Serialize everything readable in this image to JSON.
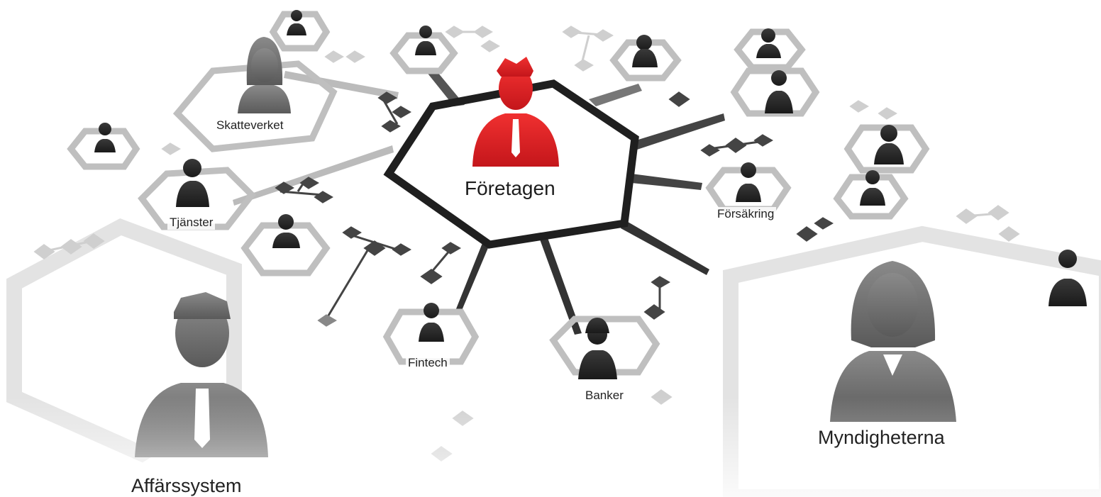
{
  "colors": {
    "hub_accent": "#e41e22",
    "node_dark": "#2b2b2b",
    "node_mid": "#555555",
    "node_light": "#9a9a9a",
    "hex_grey": "#bdbdbd",
    "hub_frame": "#1f1f1f",
    "background": "#ffffff"
  },
  "icons": {
    "person": "person-icon",
    "person_female": "person-female-icon",
    "molecule": "molecule-icon"
  },
  "labels": {
    "center": "Företagen",
    "skatteverket": "Skatteverket",
    "tjanster": "Tjänster",
    "forsakring": "Försäkring",
    "fintech": "Fintech",
    "banker": "Banker",
    "affarssystem": "Affärssystem",
    "myndigheterna": "Myndigheterna"
  }
}
